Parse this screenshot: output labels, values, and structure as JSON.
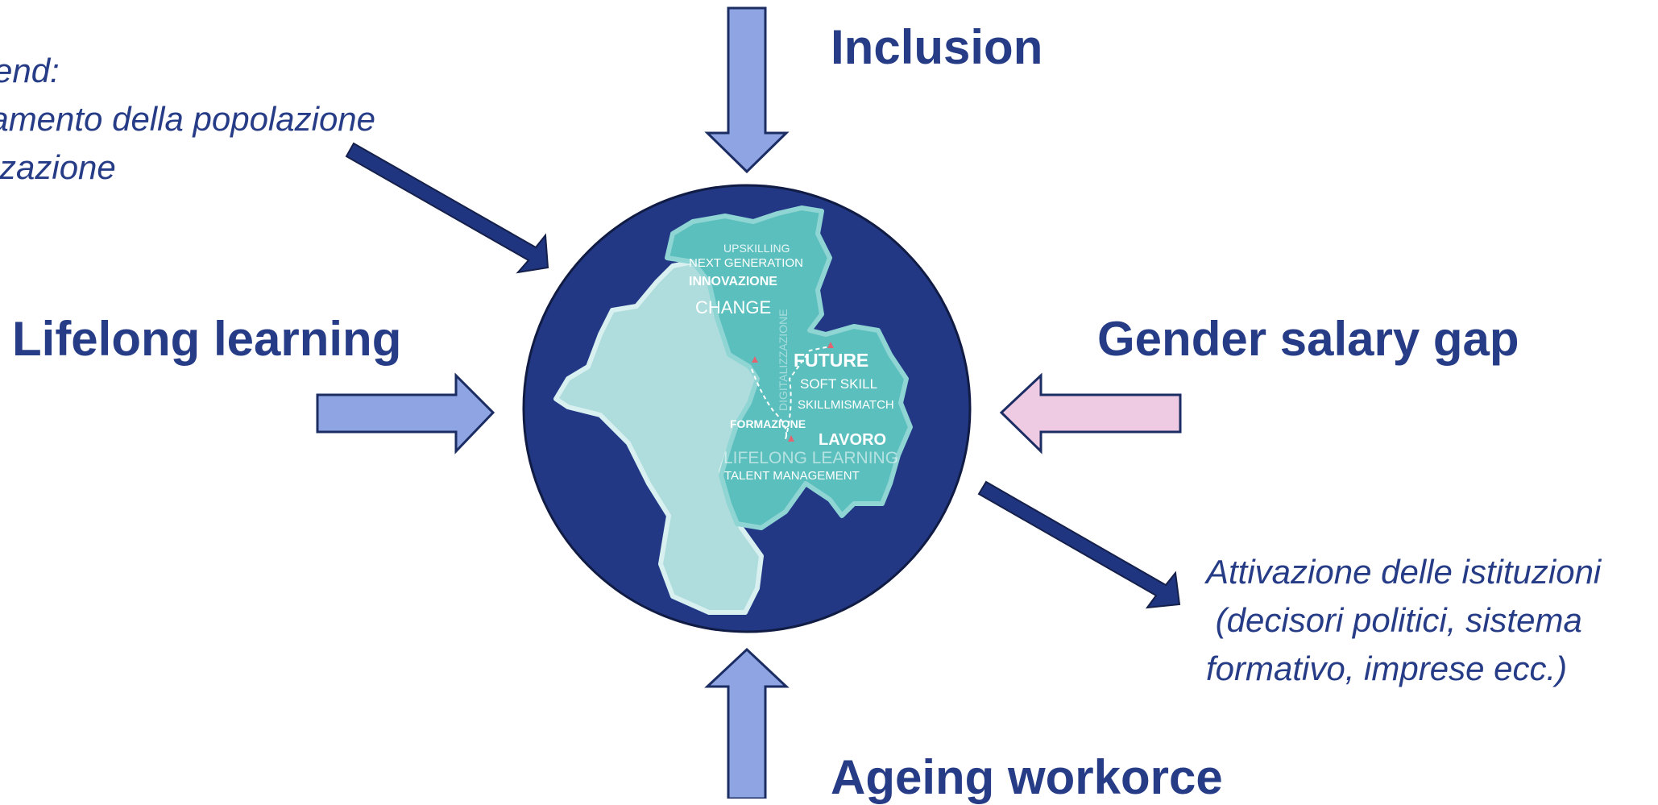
{
  "labels": {
    "inclusion": "Inclusion",
    "lifelong_learning": "Lifelong learning",
    "gender_salary_gap": "Gender salary gap",
    "ageing_workforce": "Ageing workorce"
  },
  "trend_text": {
    "line1": "rend:",
    "line2": "iamento della popolazione",
    "line3": "zzazione"
  },
  "activation_text": {
    "line1": "Attivazione delle istituzioni",
    "line2": " (decisori politici, sistema",
    "line3": "formativo, imprese ecc.)"
  },
  "map_words": {
    "upskilling": "UPSKILLING",
    "next_generation": "NEXT GENERATION",
    "innovazione": "INNOVAZIONE",
    "change": "CHANGE",
    "digitalizzazione": "DIGITALIZZAZIONE",
    "future": "FUTURE",
    "soft_skill": "SOFT SKILL",
    "skillmismatch": "SKILLMISMATCH",
    "formazione": "FORMAZIONE",
    "lavoro": "LAVORO",
    "lifelong_learning": "LIFELONG LEARNING",
    "talent_management": "TALENT MANAGEMENT"
  },
  "colors": {
    "text_navy": "#263c86",
    "circle_navy": "#223885",
    "light_arrow": "#8fa5e3",
    "pink_arrow": "#efcbe3",
    "dark_arrow": "#1f3580",
    "map_teal": "#5bbfbe",
    "map_light": "#afdcdc"
  }
}
